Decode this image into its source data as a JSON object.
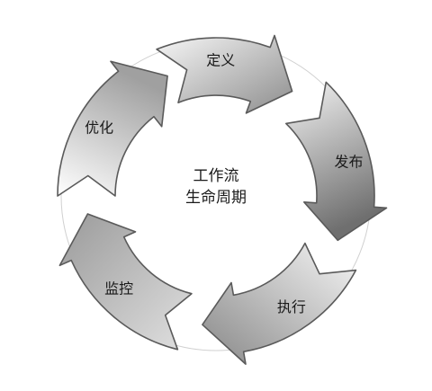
{
  "center": {
    "line1": "工作流",
    "line2": "生命周期"
  },
  "stages": [
    {
      "label": "定义"
    },
    {
      "label": "发布"
    },
    {
      "label": "执行"
    },
    {
      "label": "监控"
    },
    {
      "label": "优化"
    }
  ],
  "colors": {
    "arrow_light": "#f4f4f4",
    "arrow_dark": "#7c7c7c",
    "outline": "#5a5a5a",
    "text": "#1a1a1a"
  }
}
